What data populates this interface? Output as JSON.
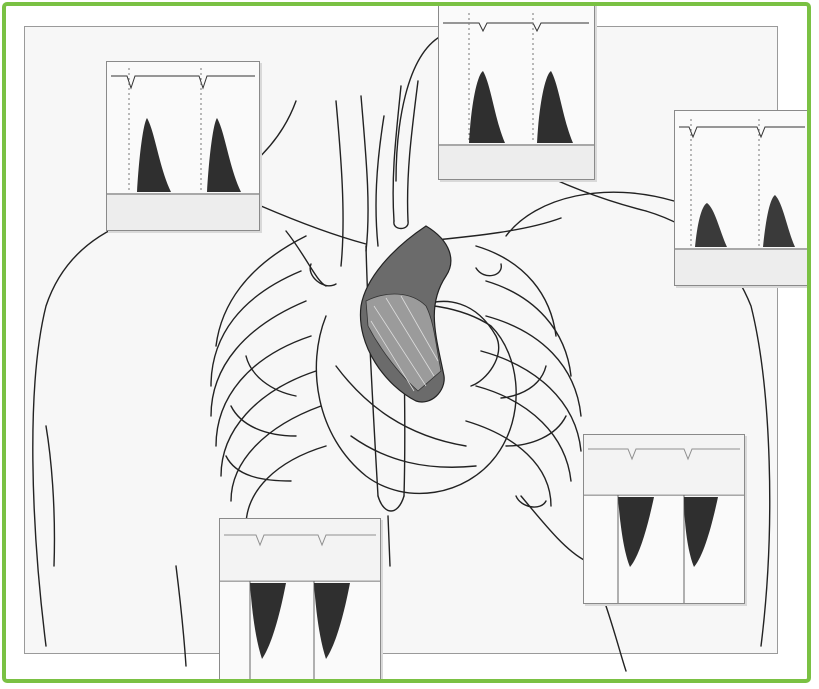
{
  "colors": {
    "frame": "#7ac143",
    "line": "#222222",
    "doppler": "#3a3a3a",
    "panel_bg": "#fafafa"
  },
  "panels": [
    {
      "id": "top-center",
      "flow": "upward"
    },
    {
      "id": "top-left",
      "flow": "upward"
    },
    {
      "id": "top-right",
      "flow": "upward"
    },
    {
      "id": "bottom-center",
      "flow": "downward"
    },
    {
      "id": "right-lower",
      "flow": "downward"
    }
  ]
}
